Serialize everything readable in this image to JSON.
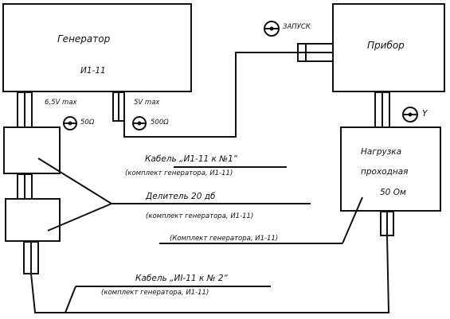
{
  "blocks": {
    "generator": {
      "title": "Генератор",
      "model": "И1-11"
    },
    "device": {
      "title": "Прибор"
    },
    "load": {
      "line1": "Нагрузка",
      "line2": "проходная",
      "line3": "50 Ом"
    },
    "divider_upper": {},
    "divider_lower": {}
  },
  "connectors": {
    "out_6_5v": "6,5V max",
    "out_5v": "5V max",
    "imp_50": "50Ω",
    "imp_500": "500Ω",
    "start_input": "ЗАПУСК",
    "y_input": "Y"
  },
  "labels": {
    "cable1_title": "Кабель „И1-11 к №1“",
    "cable1_note": "(комплект генератора, И1-11)",
    "divider_title": "Делитель 20 дб",
    "divider_note": "(комплект генератора, И1-11)",
    "load_note": "(Комплект генератора, И1-11)",
    "cable2_title": "Кабель „ИI-11 к № 2“",
    "cable2_note": "(комплект генератора, И1-11)"
  }
}
